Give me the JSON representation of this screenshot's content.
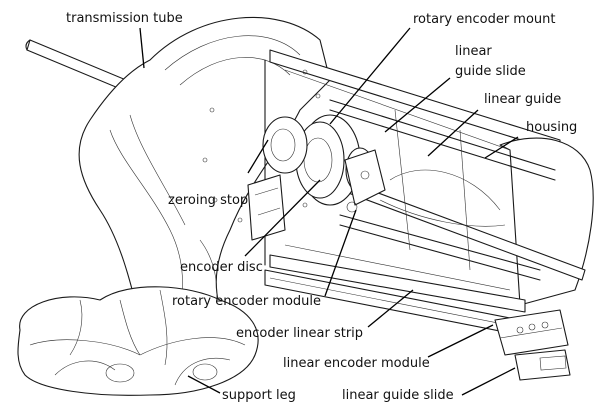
{
  "labels": {
    "transmission_tube": "transmission tube",
    "rotary_encoder_mount": "rotary encoder mount",
    "linear_guide_slide_top_1": "linear",
    "linear_guide_slide_top_2": "guide slide",
    "linear_guide": "linear guide",
    "housing": "housing",
    "zeroing_stop": "zeroing stop",
    "encoder_disc": "encoder disc",
    "rotary_encoder_module": "rotary encoder module",
    "encoder_linear_strip": "encoder linear strip",
    "linear_encoder_module": "linear encoder module",
    "support_leg": "support leg",
    "linear_guide_slide_bottom": "linear guide slide"
  }
}
